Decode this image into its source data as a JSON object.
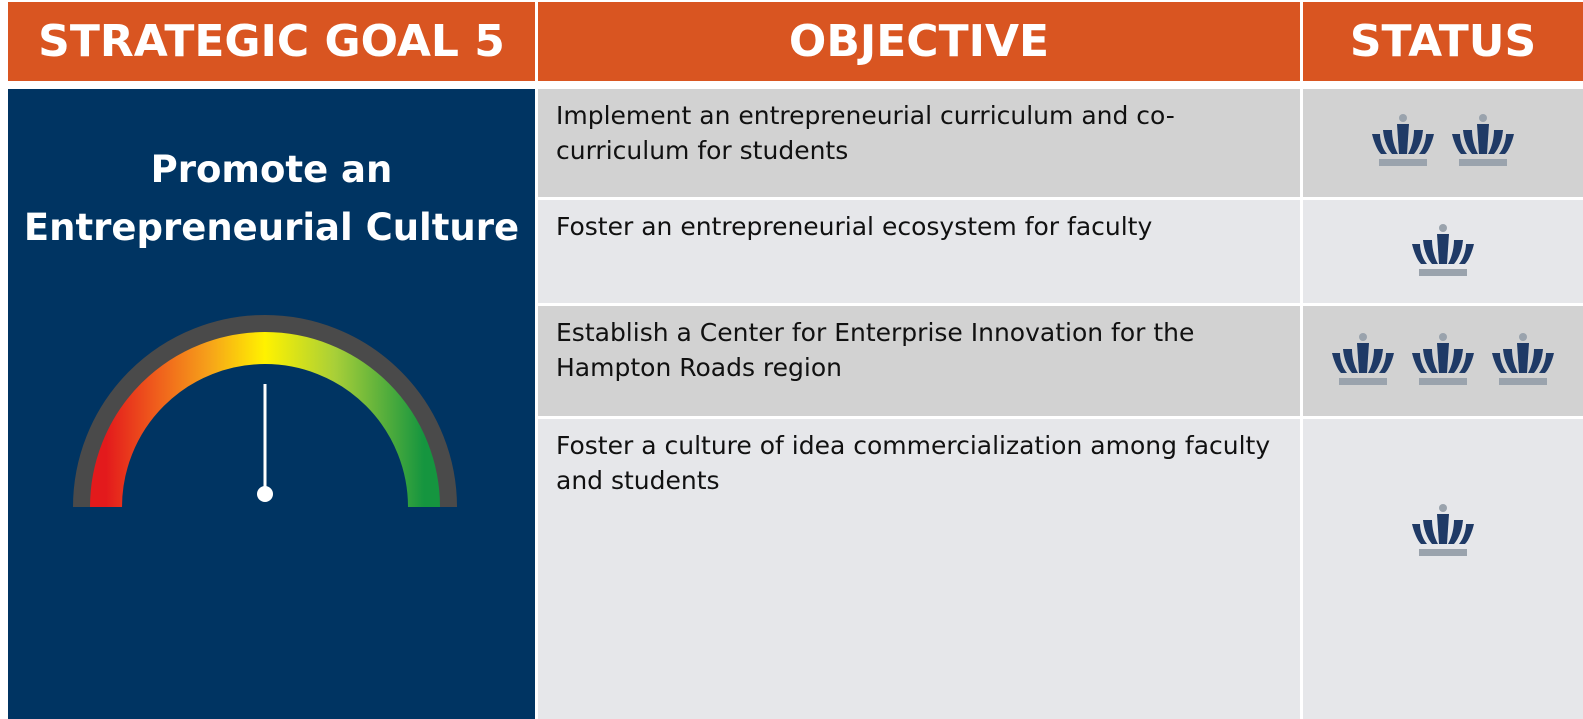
{
  "header": {
    "goal": "STRATEGIC GOAL 5",
    "objective": "OBJECTIVE",
    "status": "STATUS"
  },
  "goal": {
    "title_line1": "Promote an",
    "title_line2": "Entrepreneurial Culture",
    "gauge_level": 0.5
  },
  "rows": [
    {
      "objective": "Implement an entrepreneurial curriculum and co-curriculum for students",
      "status_count": 2
    },
    {
      "objective": "Foster an entrepreneurial ecosystem for faculty",
      "status_count": 1
    },
    {
      "objective": "Establish a Center for Enterprise Innovation for the Hampton Roads region",
      "status_count": 3
    },
    {
      "objective": "Foster a culture of idea commercialization among faculty and students",
      "status_count": 1
    }
  ],
  "status_icon": "crown-icon",
  "colors": {
    "header": "#d95521",
    "goal_panel": "#003462",
    "row_dark": "#d2d2d2",
    "row_light": "#e6e7ea",
    "crown": "#1f3a66",
    "crown_base": "#9aa3ad"
  }
}
